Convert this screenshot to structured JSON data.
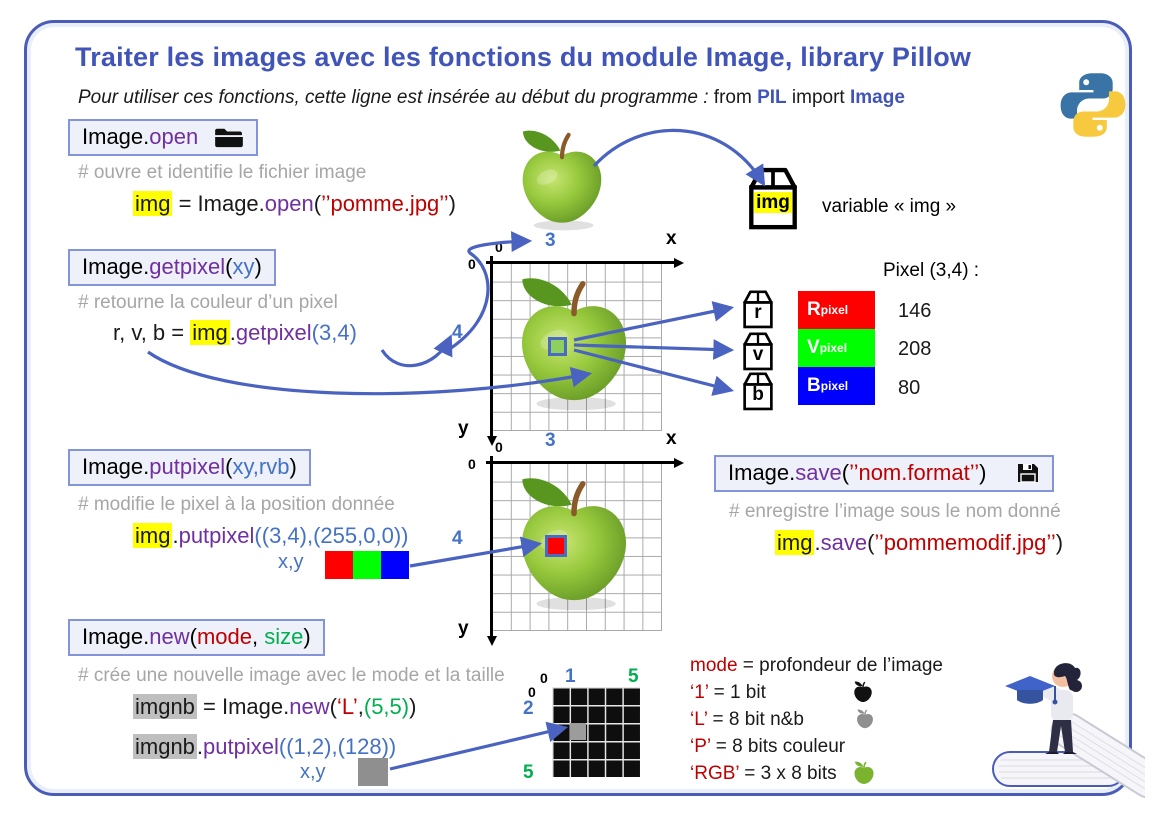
{
  "header": {
    "title": "Traiter les images avec les fonctions du module Image, library Pillow",
    "subtitle_italic": "Pour utiliser ces fonctions, cette ligne est insérée au début du programme : ",
    "from_kw": "from ",
    "pil": "PIL",
    "import_kw": " import ",
    "image_kw": "Image"
  },
  "open_section": {
    "box_prefix": "Image.",
    "box_fn": "open",
    "comment": "# ouvre et identifie le fichier image",
    "code": {
      "var": "img",
      "mid": " = Image.",
      "fn": "open",
      "open": "(",
      "str": "’’pomme.jpg’’",
      "close": ")"
    }
  },
  "img_box": {
    "label": "img",
    "caption": "variable « img »"
  },
  "getpixel_section": {
    "box_prefix": "Image.",
    "box_fn": "getpixel",
    "box_open": "(",
    "box_args": "xy",
    "box_close": ")",
    "comment": "# retourne la couleur d’un pixel",
    "code": {
      "lhs": "r, v, b = ",
      "var": "img",
      "dot": ".",
      "fn": "getpixel",
      "args": "(3,4)"
    }
  },
  "grid1": {
    "origin_top": "0",
    "col": "3",
    "axis_x": "x",
    "origin_left": "0",
    "row": "4",
    "axis_y": "y"
  },
  "pixel_panel": {
    "title": "Pixel (3,4) :",
    "boxes": [
      "r",
      "v",
      "b"
    ],
    "rows": [
      {
        "letter": "R",
        "sub": "pixel",
        "value": "146"
      },
      {
        "letter": "V",
        "sub": "pixel",
        "value": "208"
      },
      {
        "letter": "B",
        "sub": "pixel",
        "value": "80"
      }
    ]
  },
  "putpixel_section": {
    "box_prefix": "Image.",
    "box_fn": "putpixel",
    "box_open": "(",
    "box_arg1": "xy,",
    "box_arg2": "rvb",
    "box_close": ")",
    "comment": "# modifie le pixel à la position donnée",
    "code": {
      "var": "img",
      "dot": ".",
      "fn": "putpixel",
      "args": "((3,4),(255,0,0))"
    },
    "xy_label": "x,y"
  },
  "grid2": {
    "origin_top": "0",
    "col": "3",
    "axis_x": "x",
    "origin_left": "0",
    "row": "4",
    "axis_y": "y"
  },
  "save_section": {
    "box_prefix": "Image.",
    "box_fn": "save",
    "box_open": "(",
    "box_str": "’’nom.format’’",
    "box_close": ")",
    "comment": "# enregistre l’image sous le nom donné",
    "code": {
      "var": "img",
      "dot": ".",
      "fn": "save",
      "open": "(",
      "str": "’’pommemodif.jpg’’",
      "close": ")"
    }
  },
  "new_section": {
    "box_prefix": "Image.",
    "box_fn": "new",
    "box_open": "(",
    "box_mode": "mode",
    "box_comma": ", ",
    "box_size": "size",
    "box_close": ")",
    "comment": "# crée une nouvelle image avec le mode et la taille",
    "code1": {
      "var": "imgnb",
      "mid": " = Image.",
      "fn": "new",
      "open": "(",
      "mode": "‘L’",
      "comma": ",",
      "size": "(5,5)",
      "close": ")"
    },
    "code2": {
      "var": "imgnb",
      "dot": ".",
      "fn": "putpixel",
      "args": "((1,2),(128))"
    },
    "xy_label": "x,y"
  },
  "gridnb": {
    "origin_top": "0",
    "col": "1",
    "max_col": "5",
    "origin_left": "0",
    "row": "2",
    "max_row": "5"
  },
  "mode_legend": {
    "line1_key": "mode",
    "line1_text": " = profondeur de l’image",
    "line2_key": "‘1’",
    "line2_text": " = 1 bit",
    "line3_key": "‘L’",
    "line3_text": " = 8 bit n&b",
    "line4_key": "‘P’",
    "line4_text": " = 8 bits couleur",
    "line5_key": "‘RGB’",
    "line5_text": " = 3 x 8 bits"
  },
  "colors": {
    "accent_blue": "#4155b8",
    "function_purple": "#7030a0",
    "argument_blue": "#4472c4",
    "string_red": "#c00000",
    "size_green": "#00b050",
    "comment_gray": "#a6a6a6",
    "highlight_yellow": "#ffff00",
    "highlight_gray": "#bfbfbf",
    "swatch_red": "#ff0000",
    "swatch_green": "#00ff00",
    "swatch_blue": "#0000ff",
    "arrow_blue": "#4a63c0"
  }
}
